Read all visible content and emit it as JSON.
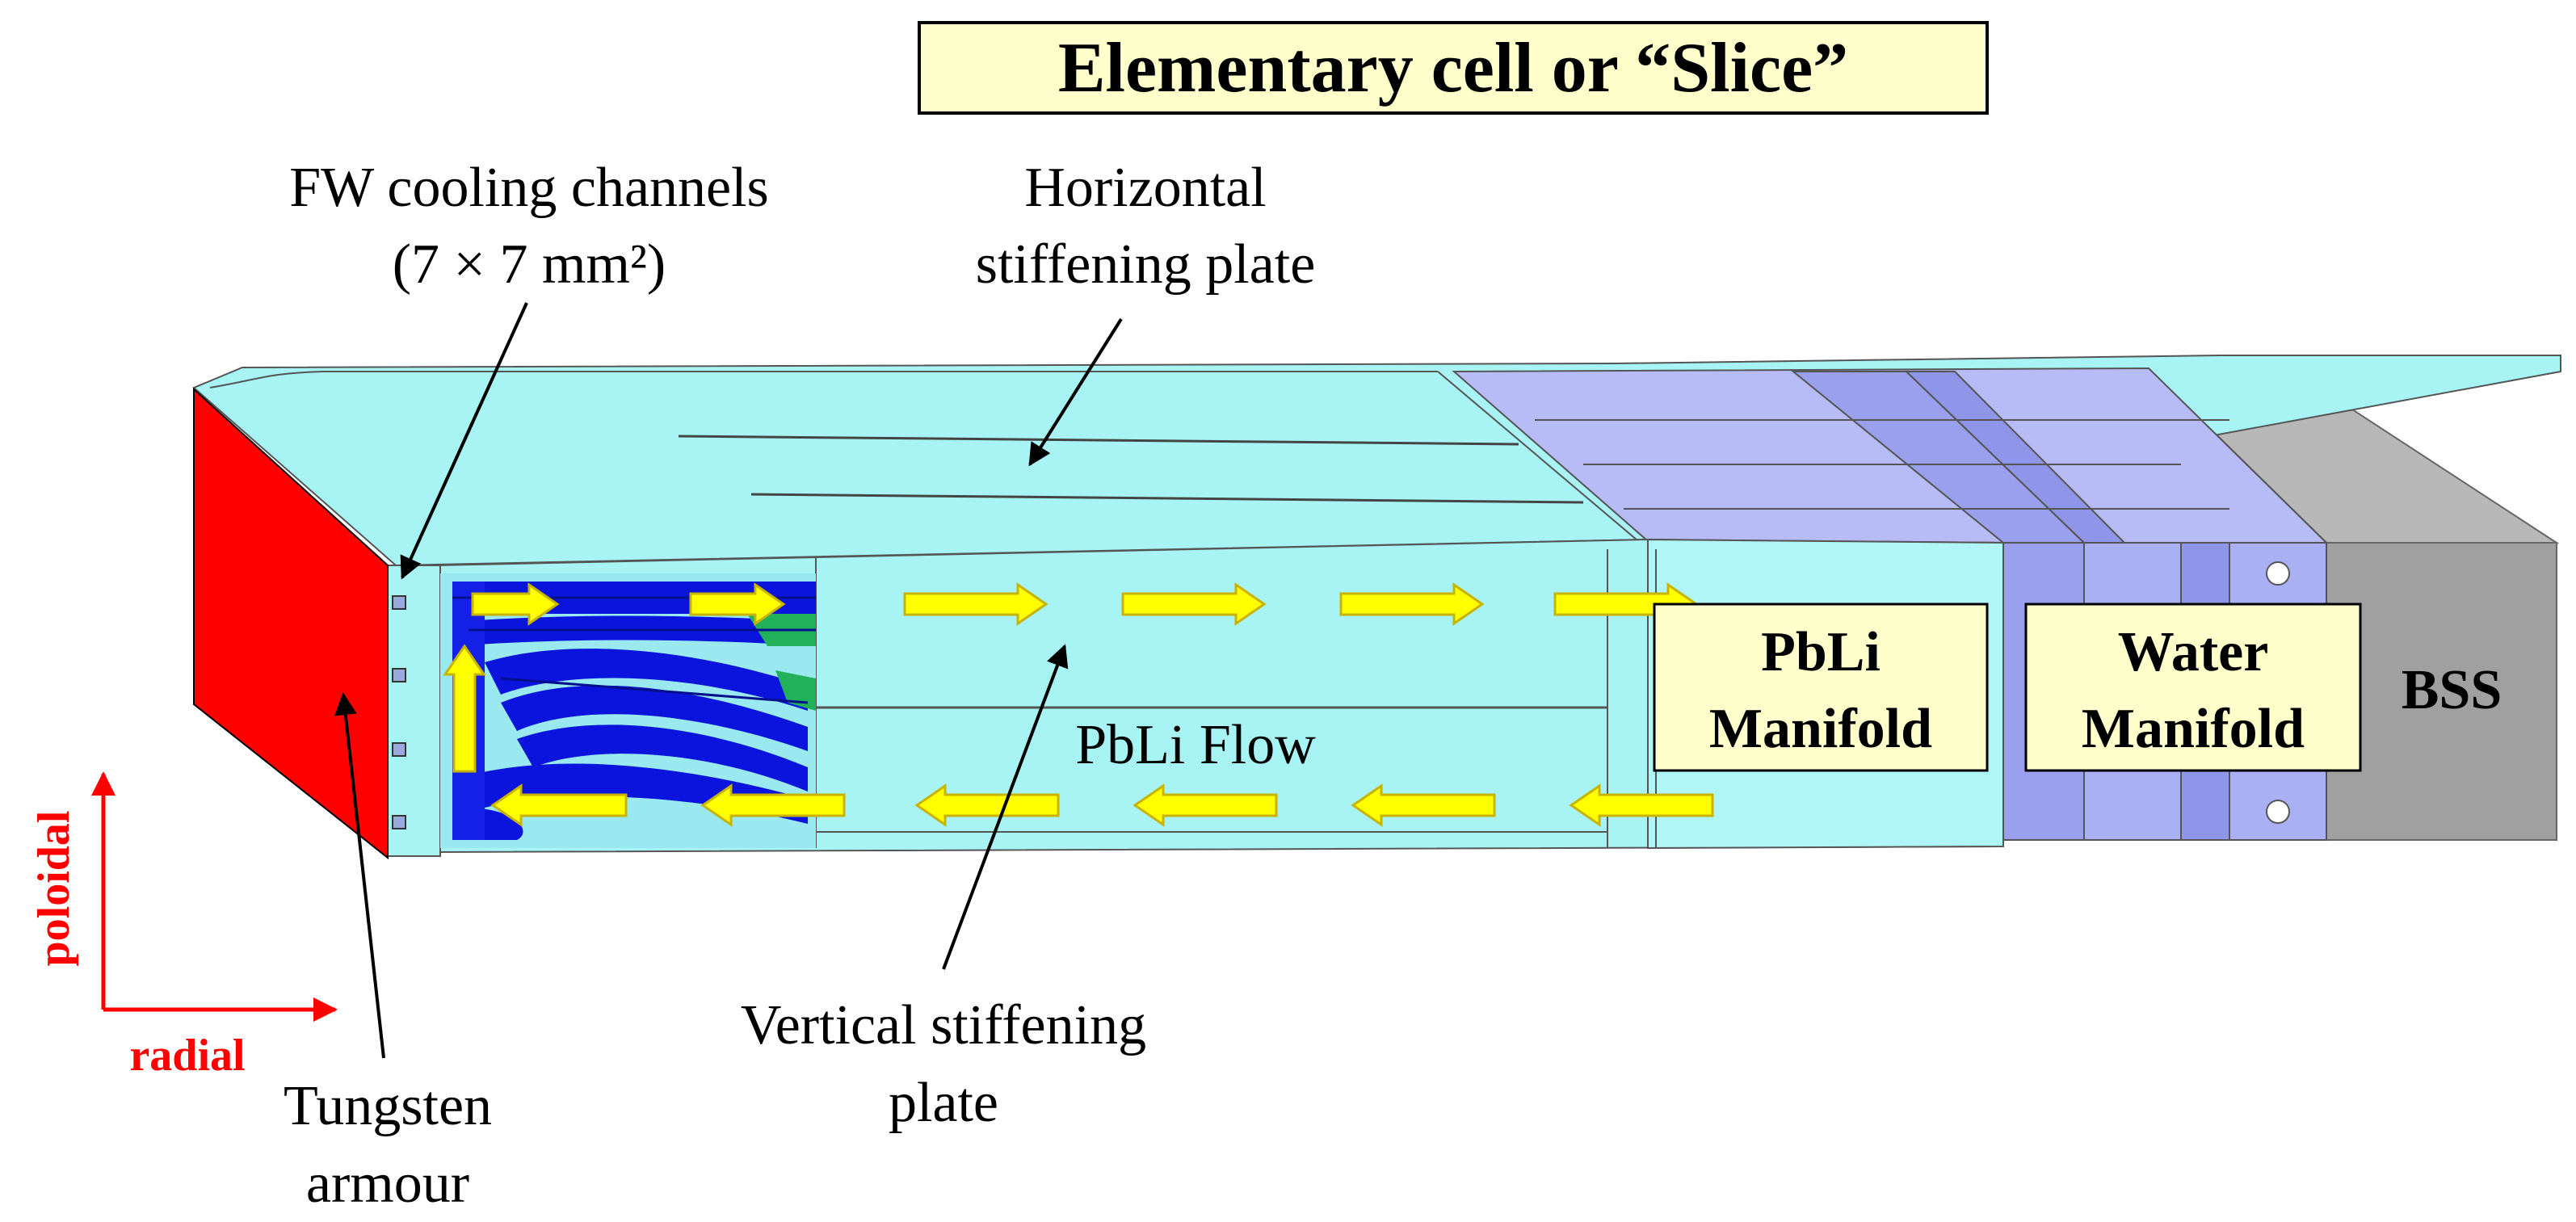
{
  "title": "Elementary cell or “Slice”",
  "labels": {
    "fw_channels_line1": "FW cooling channels",
    "fw_channels_line2": "(7 × 7 mm²)",
    "horizontal_line1": "Horizontal",
    "horizontal_line2": "stiffening plate",
    "vertical_line1": "Vertical stiffening",
    "vertical_line2": "plate",
    "tungsten_line1": "Tungsten",
    "tungsten_line2": "armour",
    "pbli_flow": "PbLi Flow",
    "pbli_manifold_line1": "PbLi",
    "pbli_manifold_line2": "Manifold",
    "water_manifold_line1": "Water",
    "water_manifold_line2": "Manifold",
    "bss": "BSS",
    "axis_poloidal": "poloidal",
    "axis_radial": "radial"
  },
  "colors": {
    "armour": "#ff0000",
    "breeder": "#a8f4f4",
    "manifold": "#aab0f4",
    "bss": "#a0a0a0",
    "flow_arrow": "#ffff00",
    "label_box": "#ffffcc",
    "cooling_pipes": "#0a14dc",
    "axis": "#ff0000"
  }
}
